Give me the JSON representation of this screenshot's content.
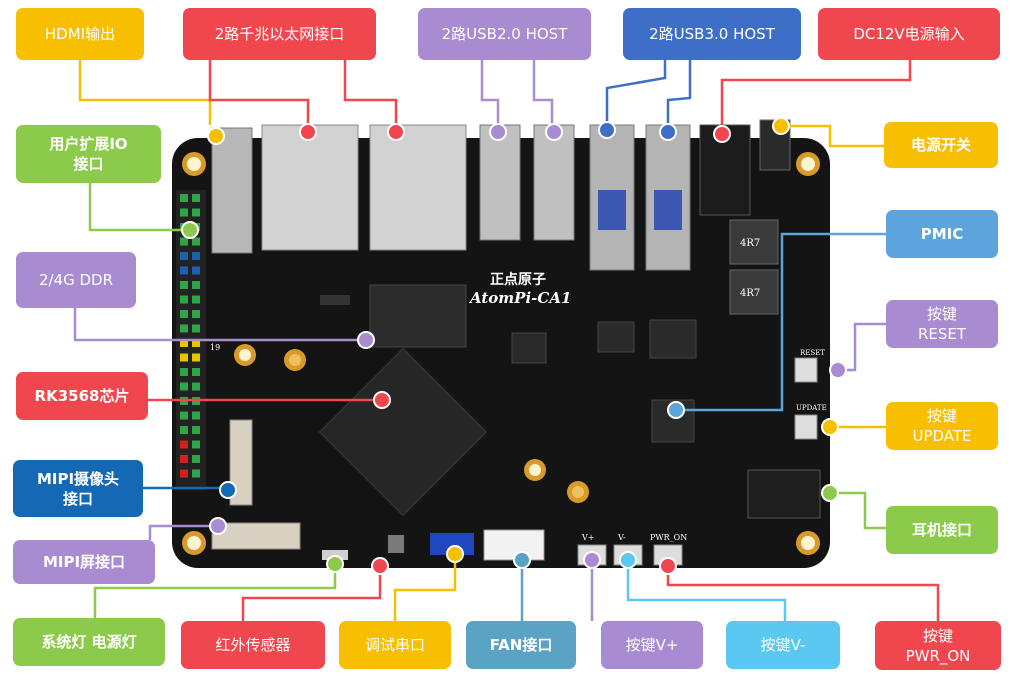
{
  "board": {
    "brand": "正点原子",
    "model": "AtomPi-CA1",
    "silk": {
      "reset": "RESET",
      "update": "UPDATE",
      "vplus": "V+",
      "vminus": "V-",
      "pwr_on": "PWR_ON",
      "inductor": "4R7",
      "pin": "19"
    }
  },
  "colors": {
    "yellow": "#f7bf00",
    "red": "#f0474f",
    "purple": "#a88bd0",
    "blue": "#3d6fc9",
    "green": "#8cca4b",
    "darkblue": "#1468b4",
    "skyblue": "#5ba5dc",
    "cyan": "#5ac8f0",
    "teal": "#5aa3c4",
    "pcb": "#121212"
  },
  "labels": [
    {
      "key": "hdmi",
      "text": "HDMI输出"
    },
    {
      "key": "eth",
      "text": "2路千兆以太网接口"
    },
    {
      "key": "usb2",
      "text": "2路USB2.0 HOST"
    },
    {
      "key": "usb3",
      "text": "2路USB3.0 HOST"
    },
    {
      "key": "dc12v",
      "text": "DC12V电源输入"
    },
    {
      "key": "userio",
      "text": "用户扩展IO\n接口"
    },
    {
      "key": "power_switch",
      "text": "电源开关"
    },
    {
      "key": "ddr",
      "text": "2/4G DDR"
    },
    {
      "key": "pmic",
      "text": "PMIC"
    },
    {
      "key": "reset",
      "text": "按键\nRESET"
    },
    {
      "key": "rk3568",
      "text": "RK3568芯片"
    },
    {
      "key": "update",
      "text": "按键\nUPDATE"
    },
    {
      "key": "mipi_cam",
      "text": "MIPI摄像头\n接口"
    },
    {
      "key": "earphone",
      "text": "耳机接口"
    },
    {
      "key": "mipi_screen",
      "text": "MIPI屏接口"
    },
    {
      "key": "leds",
      "text": "系统灯 电源灯"
    },
    {
      "key": "ir",
      "text": "红外传感器"
    },
    {
      "key": "debug",
      "text": "调试串口"
    },
    {
      "key": "fan",
      "text": "FAN接口"
    },
    {
      "key": "vplus",
      "text": "按键V+"
    },
    {
      "key": "vminus",
      "text": "按键V-"
    },
    {
      "key": "pwr_on",
      "text": "按键\nPWR_ON"
    }
  ]
}
